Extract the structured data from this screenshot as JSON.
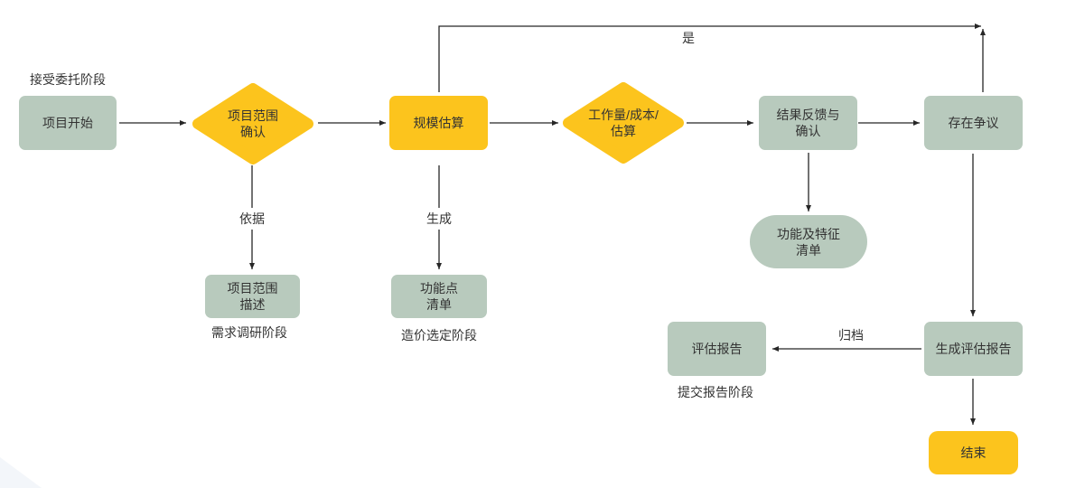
{
  "colors": {
    "process_fill": "#B8CABD",
    "highlight_fill": "#FCC41D",
    "line": "#262626",
    "text": "#333333"
  },
  "stages": {
    "entrust": "接受委托阶段",
    "requirements_research": "需求调研阶段",
    "cost_selection": "造价选定阶段",
    "report_submission": "提交报告阶段"
  },
  "nodes": {
    "project_start": {
      "shape": "rounded-rect",
      "fill": "process",
      "lines": [
        "项目开始"
      ]
    },
    "scope_confirm": {
      "shape": "diamond",
      "fill": "highlight",
      "lines": [
        "项目范围",
        "确认"
      ]
    },
    "scale_estimate": {
      "shape": "rounded-rect",
      "fill": "highlight",
      "lines": [
        "规模估算"
      ]
    },
    "workload_cost_estimate": {
      "shape": "diamond",
      "fill": "highlight",
      "lines": [
        "工作量/成本/",
        "估算"
      ]
    },
    "result_feedback": {
      "shape": "rounded-rect",
      "fill": "process",
      "lines": [
        "结果反馈与",
        "确认"
      ]
    },
    "dispute": {
      "shape": "rounded-rect",
      "fill": "process",
      "lines": [
        "存在争议"
      ]
    },
    "feature_list": {
      "shape": "pill",
      "fill": "process",
      "lines": [
        "功能及特征",
        "清单"
      ]
    },
    "scope_description": {
      "shape": "rounded-rect",
      "fill": "process",
      "lines": [
        "项目范围",
        "描述"
      ]
    },
    "function_point_list": {
      "shape": "rounded-rect",
      "fill": "process",
      "lines": [
        "功能点",
        "清单"
      ]
    },
    "assessment_report": {
      "shape": "rounded-rect",
      "fill": "process",
      "lines": [
        "评估报告"
      ]
    },
    "generate_report": {
      "shape": "rounded-rect",
      "fill": "process",
      "lines": [
        "生成评估报告"
      ]
    },
    "end": {
      "shape": "rounded-rect",
      "fill": "highlight",
      "lines": [
        "结束"
      ]
    }
  },
  "edges": [
    {
      "from": "project_start",
      "to": "scope_confirm",
      "label": ""
    },
    {
      "from": "scope_confirm",
      "to": "scale_estimate",
      "label": ""
    },
    {
      "from": "scale_estimate",
      "to": "workload_cost_estimate",
      "label": ""
    },
    {
      "from": "workload_cost_estimate",
      "to": "result_feedback",
      "label": ""
    },
    {
      "from": "result_feedback",
      "to": "dispute",
      "label": ""
    },
    {
      "from": "scale_estimate",
      "to": "junction",
      "label": "是"
    },
    {
      "from": "dispute",
      "to": "junction",
      "label": ""
    },
    {
      "from": "scope_confirm",
      "to": "scope_description",
      "label": "依据"
    },
    {
      "from": "scale_estimate",
      "to": "function_point_list",
      "label": "生成"
    },
    {
      "from": "result_feedback",
      "to": "feature_list",
      "label": ""
    },
    {
      "from": "dispute",
      "to": "generate_report",
      "label": ""
    },
    {
      "from": "generate_report",
      "to": "assessment_report",
      "label": "归档"
    },
    {
      "from": "generate_report",
      "to": "end",
      "label": ""
    }
  ]
}
